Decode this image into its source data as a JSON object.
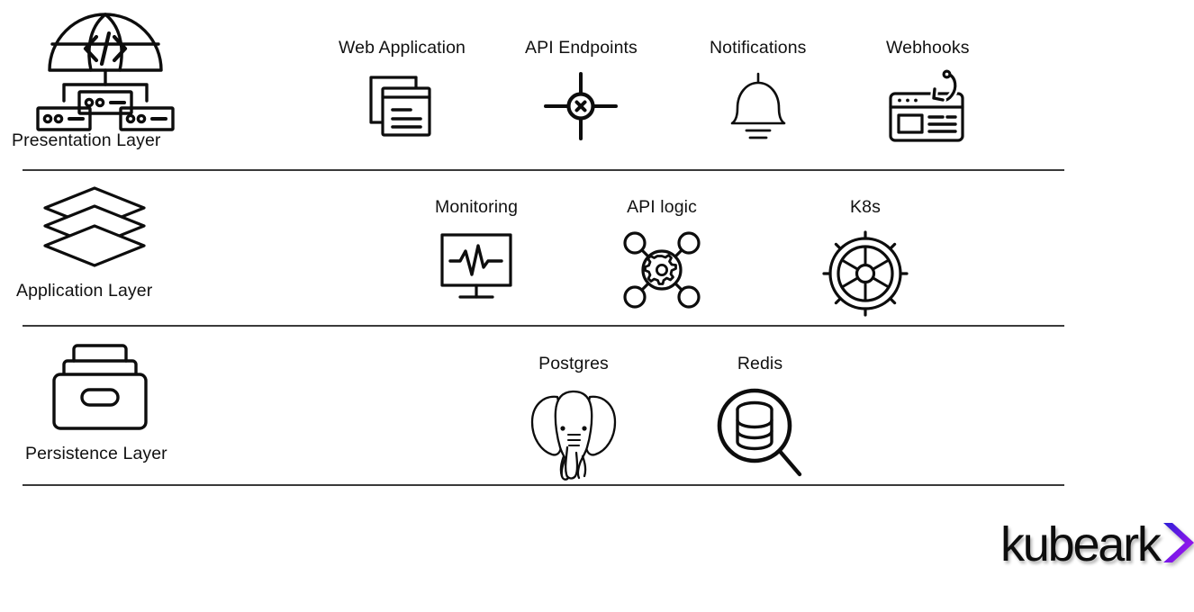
{
  "diagram": {
    "title": "Kubeark layered architecture diagram",
    "background_color": "#ffffff",
    "line_color": "#3a3a3a",
    "text_color": "#111111"
  },
  "layers": [
    {
      "id": "presentation",
      "label": "Presentation Layer",
      "icon": "globe-code-servers-icon",
      "components": [
        {
          "id": "web-application",
          "label": "Web Application",
          "icon": "browser-windows-icon"
        },
        {
          "id": "api-endpoints",
          "label": "API Endpoints",
          "icon": "crosshair-endpoint-icon"
        },
        {
          "id": "notifications",
          "label": "Notifications",
          "icon": "bell-icon"
        },
        {
          "id": "webhooks",
          "label": "Webhooks",
          "icon": "browser-hook-icon"
        }
      ]
    },
    {
      "id": "application",
      "label": "Application Layer",
      "icon": "stacked-layers-icon",
      "components": [
        {
          "id": "monitoring",
          "label": "Monitoring",
          "icon": "monitor-heartbeat-icon"
        },
        {
          "id": "api-logic",
          "label": "API logic",
          "icon": "gear-network-icon"
        },
        {
          "id": "k8s",
          "label": "K8s",
          "icon": "helm-wheel-icon"
        }
      ]
    },
    {
      "id": "persistence",
      "label": "Persistence Layer",
      "icon": "storage-box-icon",
      "components": [
        {
          "id": "postgres",
          "label": "Postgres",
          "icon": "elephant-icon"
        },
        {
          "id": "redis",
          "label": "Redis",
          "icon": "database-magnifier-icon"
        }
      ]
    }
  ],
  "brand": {
    "wordmark": "kubeark",
    "chevron_icon": "chevron-right-icon",
    "chevron_gradient_start": "#2b1fd6",
    "chevron_gradient_end": "#a613ef"
  }
}
